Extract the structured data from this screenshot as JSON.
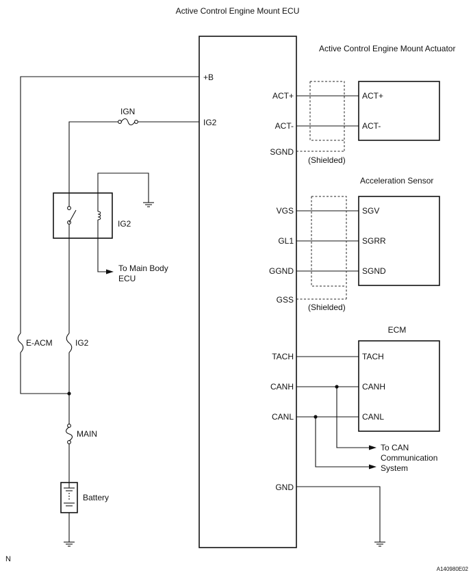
{
  "titles": {
    "ecu": "Active Control Engine Mount  ECU",
    "actuator": "Active Control Engine Mount Actuator",
    "accel_sensor": "Acceleration Sensor",
    "ecm": "ECM"
  },
  "ecu_pins": {
    "plus_b": "+B",
    "ig2": "IG2",
    "act_plus": "ACT+",
    "act_minus": "ACT-",
    "sgnd": "SGND",
    "vgs": "VGS",
    "gl1": "GL1",
    "ggnd": "GGND",
    "gss": "GSS",
    "tach": "TACH",
    "canh": "CANH",
    "canl": "CANL",
    "gnd": "GND"
  },
  "actuator_pins": {
    "act_plus": "ACT+",
    "act_minus": "ACT-"
  },
  "sensor_pins": {
    "sgv": "SGV",
    "sgrr": "SGRR",
    "sgnd": "SGND"
  },
  "ecm_pins": {
    "tach": "TACH",
    "canh": "CANH",
    "canl": "CANL"
  },
  "labels": {
    "shielded_1": "(Shielded)",
    "shielded_2": "(Shielded)",
    "ign_fuse": "IGN",
    "ig2_relay": "IG2",
    "to_main_body_1": "To Main Body",
    "to_main_body_2": "ECU",
    "e_acm_fuse": "E-ACM",
    "ig2_fuse": "IG2",
    "main_fuse": "MAIN",
    "battery": "Battery",
    "to_can_1": "To CAN",
    "to_can_2": "Communication",
    "to_can_3": "System",
    "corner_n": "N",
    "figure_code": "A140980E02"
  }
}
